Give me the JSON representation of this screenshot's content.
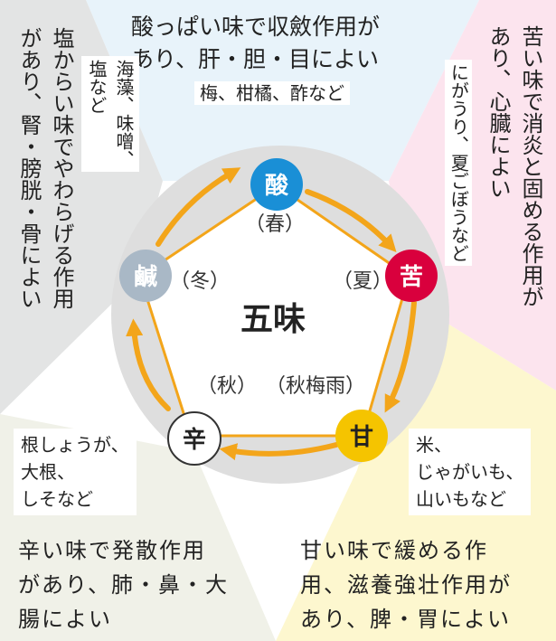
{
  "center": {
    "title": "五味"
  },
  "colors": {
    "sour": "#1a8fd6",
    "bitter": "#d9003d",
    "sweet": "#f5c400",
    "pungent": "#ffffff",
    "salty": "#a9b8c6",
    "arrow": "#f3a51a",
    "sector_top": "#e8f3fa",
    "sector_right": "#fce4ee",
    "sector_bottom_right": "#fdf7cf",
    "sector_bottom_left": "#f0f1e8",
    "sector_left": "#e3e4e4",
    "ring": "#dedede"
  },
  "flavors": {
    "sour": {
      "label": "酸",
      "season": "（春）",
      "effect_lines": [
        "酸っぱい味で収斂作用が",
        "あり、肝・胆・目によい"
      ],
      "foods": "梅、柑橘、酢など"
    },
    "bitter": {
      "label": "苦",
      "season": "（夏）",
      "effect_lines": [
        "苦い味で消炎と固める作用が",
        "あり、心臓によい"
      ],
      "foods_lines": [
        "にがうり、夏ごぼうなど"
      ]
    },
    "sweet": {
      "label": "甘",
      "season": "（秋梅雨）",
      "effect_lines": [
        "甘い味で緩める作",
        "用、滋養強壮作用が",
        "あり、脾・胃によい"
      ],
      "foods_lines": [
        "米、",
        "じゃがいも、",
        "山いもなど"
      ]
    },
    "pungent": {
      "label": "辛",
      "season": "（秋）",
      "effect_lines": [
        "辛い味で発散作用",
        "があり、肺・鼻・大",
        "腸によい"
      ],
      "foods_lines": [
        "根しょうが、",
        "大根、",
        "しそなど"
      ]
    },
    "salty": {
      "label": "鹹",
      "season": "（冬）",
      "effect_lines": [
        "塩からい味でやわらげる作用",
        "があり、腎・膀胱・骨によい"
      ],
      "foods_lines": [
        "海藻、味噌、",
        "塩など"
      ]
    }
  }
}
